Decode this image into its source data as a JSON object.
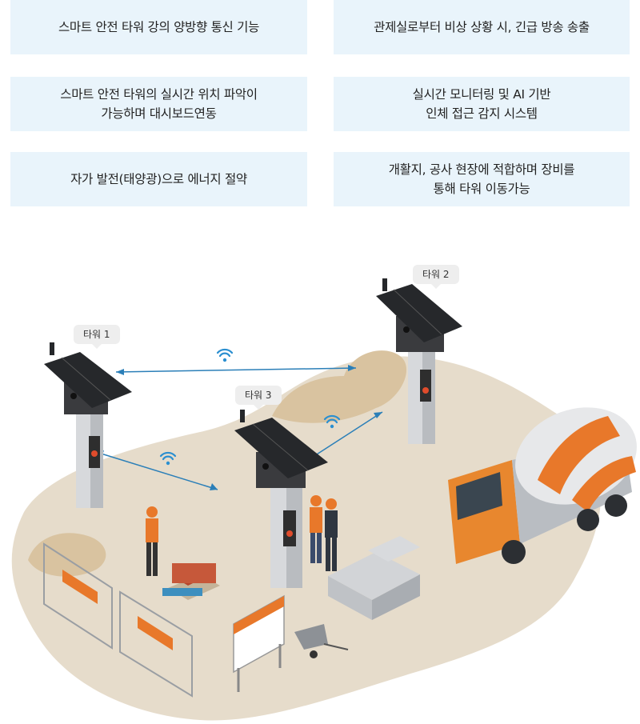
{
  "features": [
    {
      "text": "스마트 안전 타워 강의 양방향 통신 기능"
    },
    {
      "text": "관제실로부터 비상 상황 시, 긴급 방송 송출"
    },
    {
      "text": "스마트 안전 타워의 실시간 위치 파악이\n가능하며 대시보드연동"
    },
    {
      "text": "실시간 모니터링 및 AI 기반\n인체 접근 감지 시스템"
    },
    {
      "text": "자가 발전(태양광)으로 에너지 절약"
    },
    {
      "text": "개활지, 공사 현장에 적합하며 장비를\n통해 타워 이동가능"
    }
  ],
  "towers": [
    {
      "label": "타워 1"
    },
    {
      "label": "타워 2"
    },
    {
      "label": "타워 3"
    }
  ],
  "colors": {
    "feature_bg": "#e9f4fb",
    "ground": "#e6dccb",
    "link_line": "#2b7fb8",
    "wifi": "#2b8fd0",
    "safety_orange": "#e8782a"
  },
  "icons": [
    "wifi-icon",
    "solar-panel-icon",
    "camera-icon"
  ]
}
